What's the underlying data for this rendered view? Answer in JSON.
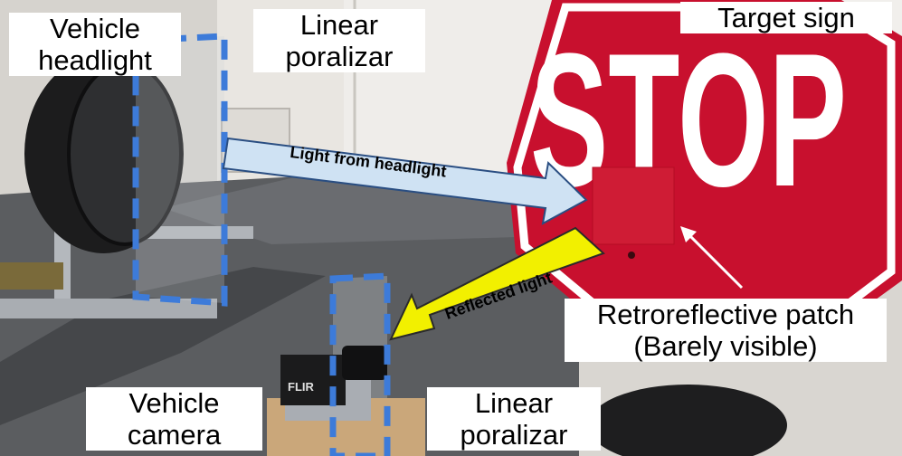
{
  "labels": {
    "vehicle_headlight": [
      "Vehicle",
      "headlight"
    ],
    "linear_polarizer_top": [
      "Linear",
      "poralizar"
    ],
    "target_sign": "Target sign",
    "retroreflective_patch": [
      "Retroreflective patch",
      "(Barely visible)"
    ],
    "vehicle_camera": [
      "Vehicle",
      "camera"
    ],
    "linear_polarizer_bottom": [
      "Linear",
      "poralizar"
    ]
  },
  "sign": {
    "text": "STOP"
  },
  "camera": {
    "brand": "FLIR"
  },
  "arrows": {
    "light_from_headlight": "Light from headlight",
    "reflected_light": "Reflected light"
  },
  "colors": {
    "stop_red": "#c8102e",
    "incoming_arrow": "#cfe2f3",
    "reflected_arrow": "#f2f000",
    "polarizer_outline": "#3d7bd9"
  }
}
